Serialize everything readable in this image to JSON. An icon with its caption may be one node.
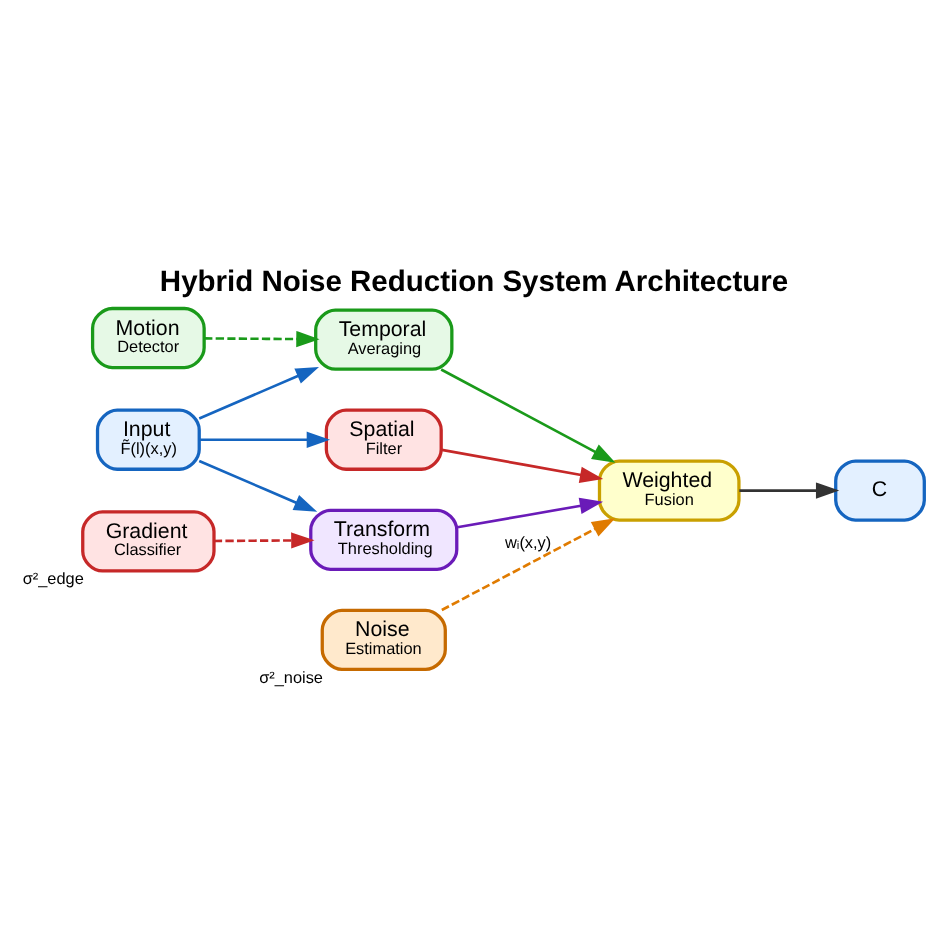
{
  "diagram": {
    "title": "Hybrid Noise Reduction System Architecture",
    "nodes": [
      {
        "text": [
          "Input",
          "F̃(l)(x,y)"
        ]
      },
      {
        "text": [
          "Temporal",
          "Averaging"
        ]
      },
      {
        "text": [
          "Spatial",
          "Filter"
        ]
      },
      {
        "text": [
          "Transform",
          "Thresholding"
        ]
      },
      {
        "text": [
          "Motion",
          "Detector"
        ]
      },
      {
        "text": [
          "Gradient",
          "Classifier"
        ],
        "beside": [
          "σ²_edge"
        ]
      },
      {
        "text": [
          "Weighted",
          "Fusion"
        ]
      },
      {
        "text": [
          "Noise",
          "Estimation"
        ],
        "beside": [
          "σ²_noise"
        ]
      },
      {
        "text": [
          "C"
        ]
      }
    ],
    "edges": [
      {
        "from": 0,
        "to": 1,
        "arrow": "to",
        "color": "#1565c0"
      },
      {
        "from": 0,
        "to": 2,
        "arrow": "to",
        "color": "#1565c0"
      },
      {
        "from": 0,
        "to": 3,
        "arrow": "to",
        "color": "#1565c0"
      },
      {
        "from": 1,
        "to": 6,
        "arrow": "to",
        "color": "#1a9a1a"
      },
      {
        "from": 2,
        "to": 6,
        "arrow": "to",
        "color": "#c62828"
      },
      {
        "from": 3,
        "to": 6,
        "arrow": "to",
        "color": "#6a1bb8"
      },
      {
        "from": 4,
        "to": 1,
        "arrow": "to",
        "style": "dashed",
        "color": "#1a9a1a"
      },
      {
        "from": 5,
        "to": 3,
        "arrow": "to",
        "style": "dashed",
        "color": "#c62828"
      },
      {
        "from": 7,
        "to": 6,
        "arrow": "to",
        "style": "dashed",
        "color": "#e07b00",
        "label": "wᵢ(x,y)"
      },
      {
        "from": 6,
        "to": 8,
        "arrow": "to",
        "color": "#333333"
      }
    ]
  }
}
